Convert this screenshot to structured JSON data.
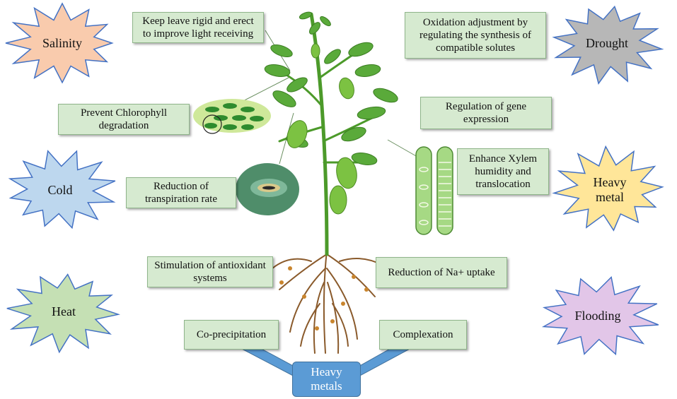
{
  "stresses": {
    "salinity": "Salinity",
    "drought": "Drought",
    "cold": "Cold",
    "heavy_metal": "Heavy metal",
    "heat": "Heat",
    "flooding": "Flooding"
  },
  "effects": {
    "leaf_rigid": "Keep leave rigid and erect to improve light receiving",
    "oxidation": "Oxidation adjustment by regulating the synthesis of compatible solutes",
    "chlorophyll": "Prevent Chlorophyll degradation",
    "gene_expression": "Regulation of gene expression",
    "xylem": "Enhance Xylem humidity and translocation",
    "transpiration": "Reduction of transpiration rate",
    "antioxidant": "Stimulation of antioxidant systems",
    "na_uptake": "Reduction  of Na+ uptake",
    "coprecipitation": "Co-precipitation",
    "complexation": "Complexation"
  },
  "heavy_metals_label": "Heavy metals",
  "colors": {
    "salinity": "#f9cbad",
    "drought": "#b7b7b7",
    "cold": "#bdd7ee",
    "heavy_metal": "#ffe699",
    "heat": "#c5e0b4",
    "flooding": "#e2c6e8",
    "box_fill": "#d6ead0",
    "arrow_blue": "#5b9bd5"
  }
}
